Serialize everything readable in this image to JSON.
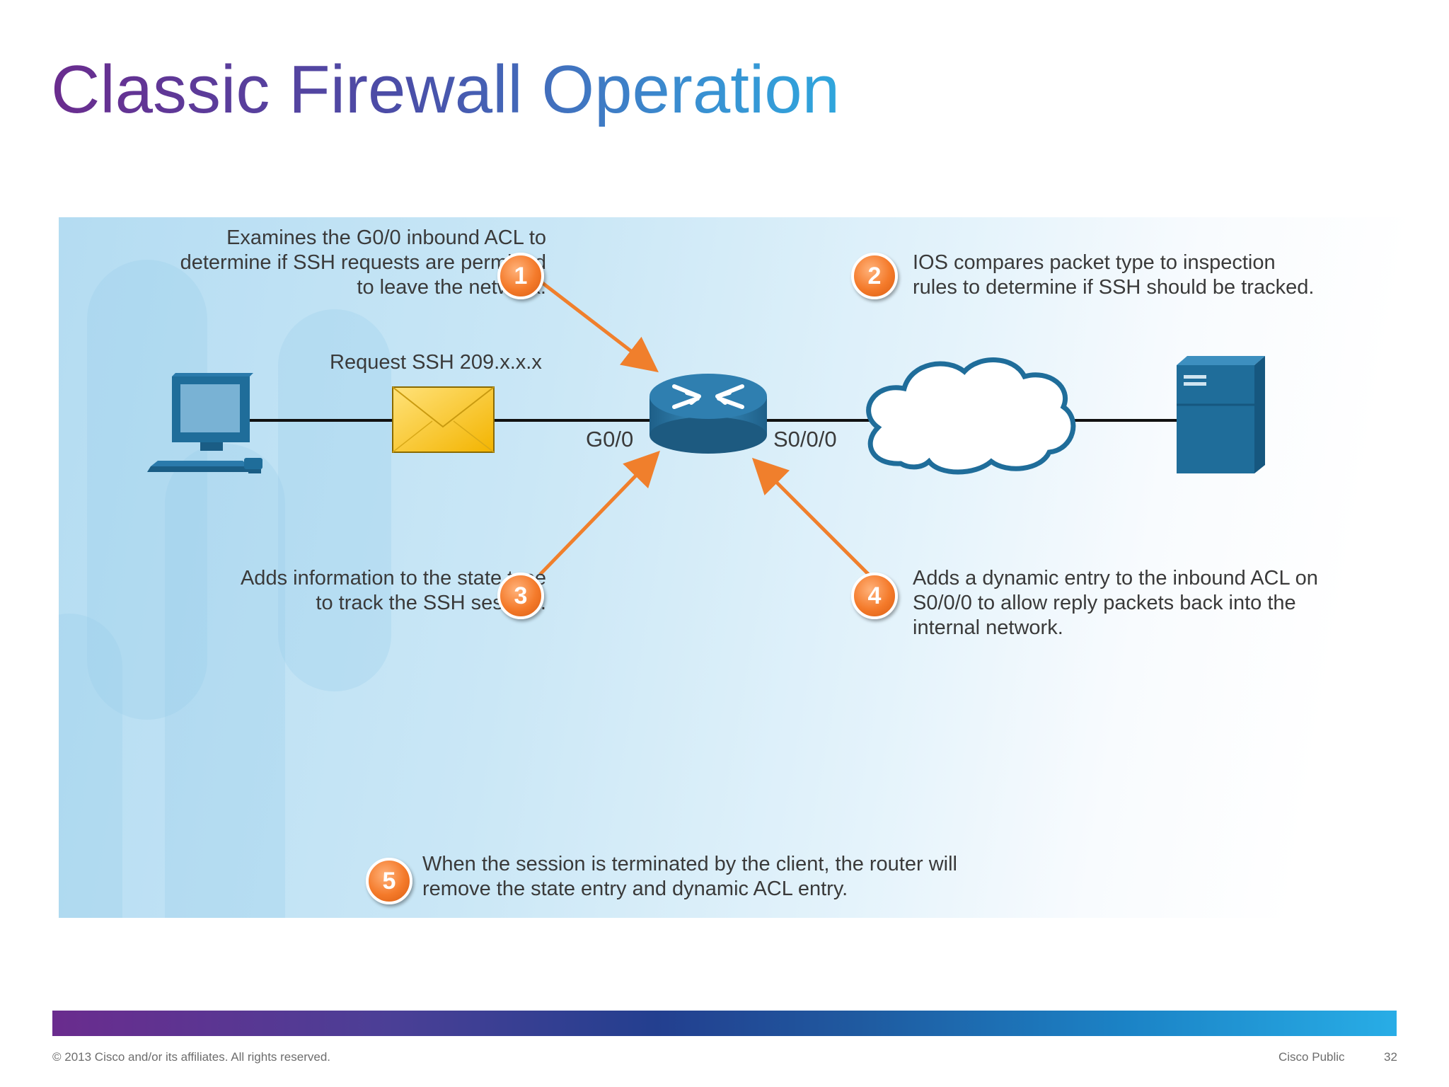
{
  "slide": {
    "title": "Classic Firewall Operation"
  },
  "diagram": {
    "packet_label": "Request SSH 209.x.x.x",
    "router_inside_interface": "G0/0",
    "router_outside_interface": "S0/0/0",
    "steps": [
      {
        "number": "1",
        "text": "Examines the G0/0 inbound ACL to\ndetermine if SSH requests are permitted\nto leave the network."
      },
      {
        "number": "2",
        "text": "IOS compares packet type to inspection\nrules to determine if SSH should be tracked."
      },
      {
        "number": "3",
        "text": "Adds information to the state type\nto track the SSH session."
      },
      {
        "number": "4",
        "text": "Adds a dynamic entry to the inbound ACL on\nS0/0/0 to allow reply packets back into the\ninternal network."
      },
      {
        "number": "5",
        "text": "When the session is terminated by the client, the router will\nremove the state entry and dynamic ACL entry."
      }
    ],
    "icons": [
      "computer-icon",
      "envelope-icon",
      "router-icon",
      "cloud-icon",
      "server-icon"
    ],
    "colors": {
      "arrow": "#f07f2c",
      "badge": "#f47a2a",
      "device": "#1f6d9a"
    }
  },
  "footer": {
    "copyright": "© 2013 Cisco and/or its affiliates. All rights reserved.",
    "classification": "Cisco Public",
    "page_number": "32"
  }
}
